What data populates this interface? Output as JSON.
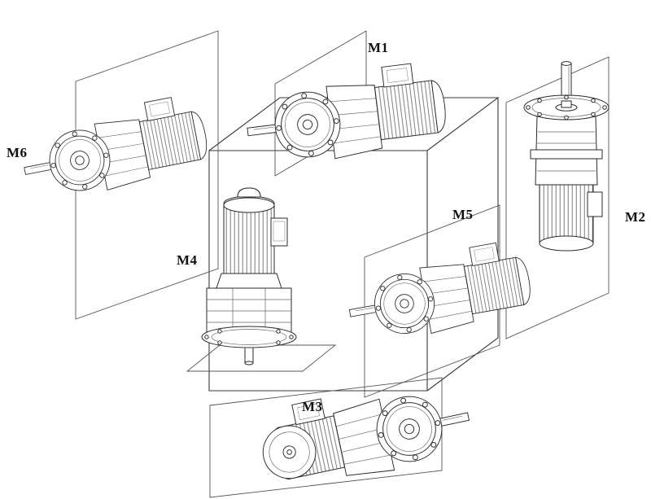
{
  "diagram": {
    "kind": "gearmotor-mounting-positions",
    "labels": {
      "m1": "M1",
      "m2": "M2",
      "m3": "M3",
      "m4": "M4",
      "m5": "M5",
      "m6": "M6"
    }
  }
}
